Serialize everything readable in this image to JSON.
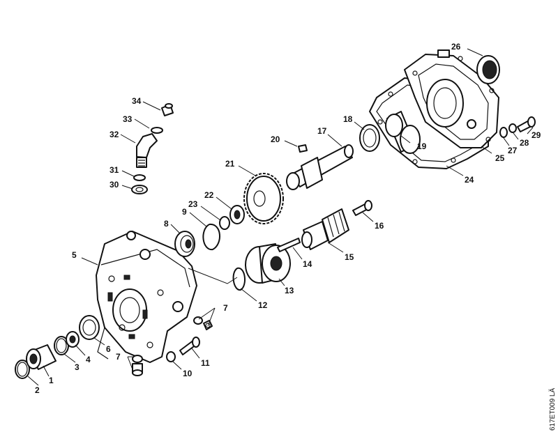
{
  "drawing_code": "617ET009 LÄ",
  "callouts": [
    "1",
    "2",
    "3",
    "4",
    "5",
    "6",
    "7",
    "7",
    "8",
    "9",
    "10",
    "11",
    "12",
    "13",
    "14",
    "15",
    "16",
    "17",
    "18",
    "19",
    "20",
    "21",
    "22",
    "23",
    "24",
    "25",
    "26",
    "27",
    "28",
    "29",
    "30",
    "31",
    "32",
    "33",
    "34"
  ]
}
